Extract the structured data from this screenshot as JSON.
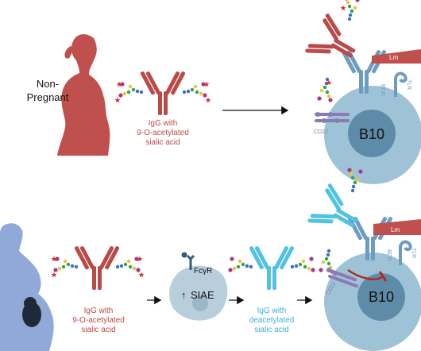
{
  "top": {
    "group_label_line1": "Non-",
    "group_label_line2": "Pregnant",
    "igg_caption_line1": "IgG with",
    "igg_caption_line2": "9-O-acetylated",
    "igg_caption_line3": "sialic acid",
    "lm_label": "Lm",
    "bcr_label": "BCR",
    "tlr_label": "TLR",
    "cd22_label": "CD22",
    "cell_label": "B10"
  },
  "bottom": {
    "igg_caption_line1": "IgG with",
    "igg_caption_line2": "9-O-acetylated",
    "igg_caption_line3": "sialic acid",
    "fc_receptor_label": "FcγR",
    "enzyme_label": "SIAE",
    "enzyme_change": "↑",
    "deacetylated_caption_line1": "IgG with",
    "deacetylated_caption_line2": "deacetylated",
    "deacetylated_caption_line3": "sialic acid",
    "lm_label": "Lm",
    "bcr_label": "BCR",
    "tlr_label": "TLR",
    "cd22_label": "CD22",
    "cell_label": "B10"
  },
  "colors": {
    "acetylated_igg": "#b94a48",
    "deacetylated_igg": "#52c2e3",
    "non_pregnant_figure": "#c0504d",
    "pregnant_figure": "#8fa9d8",
    "b_cell_outer": "#9fc3d6",
    "b_cell_inner": "#5e8ca8",
    "receptor": "#6e9cc0",
    "cd22": "#8a7bb5"
  }
}
